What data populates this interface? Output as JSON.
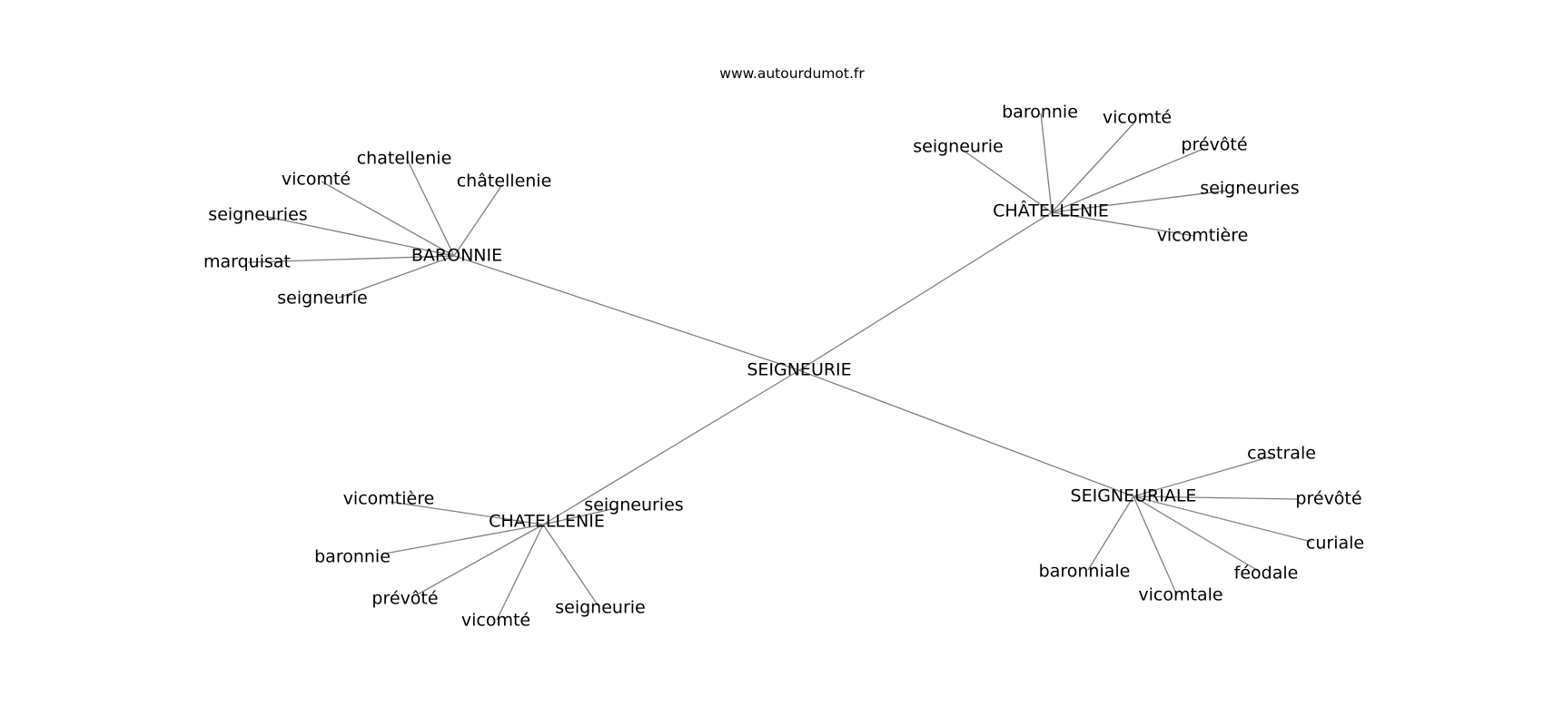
{
  "header": {
    "site": "www.autourdumot.fr"
  },
  "graph": {
    "root": "SEIGNEURIE",
    "hubs": [
      {
        "id": "baronnie",
        "label": "BARONNIE",
        "leaves": [
          "chatellenie",
          "châtellenie",
          "vicomté",
          "seigneuries",
          "marquisat",
          "seigneurie"
        ]
      },
      {
        "id": "chatellenie-accent",
        "label": "CHÂTELLENIE",
        "leaves": [
          "baronnie",
          "vicomté",
          "seigneurie",
          "prévôté",
          "seigneuries",
          "vicomtière"
        ]
      },
      {
        "id": "chatellenie",
        "label": "CHATELLENIE",
        "leaves": [
          "vicomtière",
          "seigneuries",
          "baronnie",
          "prévôté",
          "vicomté",
          "seigneurie"
        ]
      },
      {
        "id": "seigneuriale",
        "label": "SEIGNEURIALE",
        "leaves": [
          "castrale",
          "prévôté",
          "curiale",
          "féodale",
          "baronniale",
          "vicomtale"
        ]
      }
    ]
  }
}
